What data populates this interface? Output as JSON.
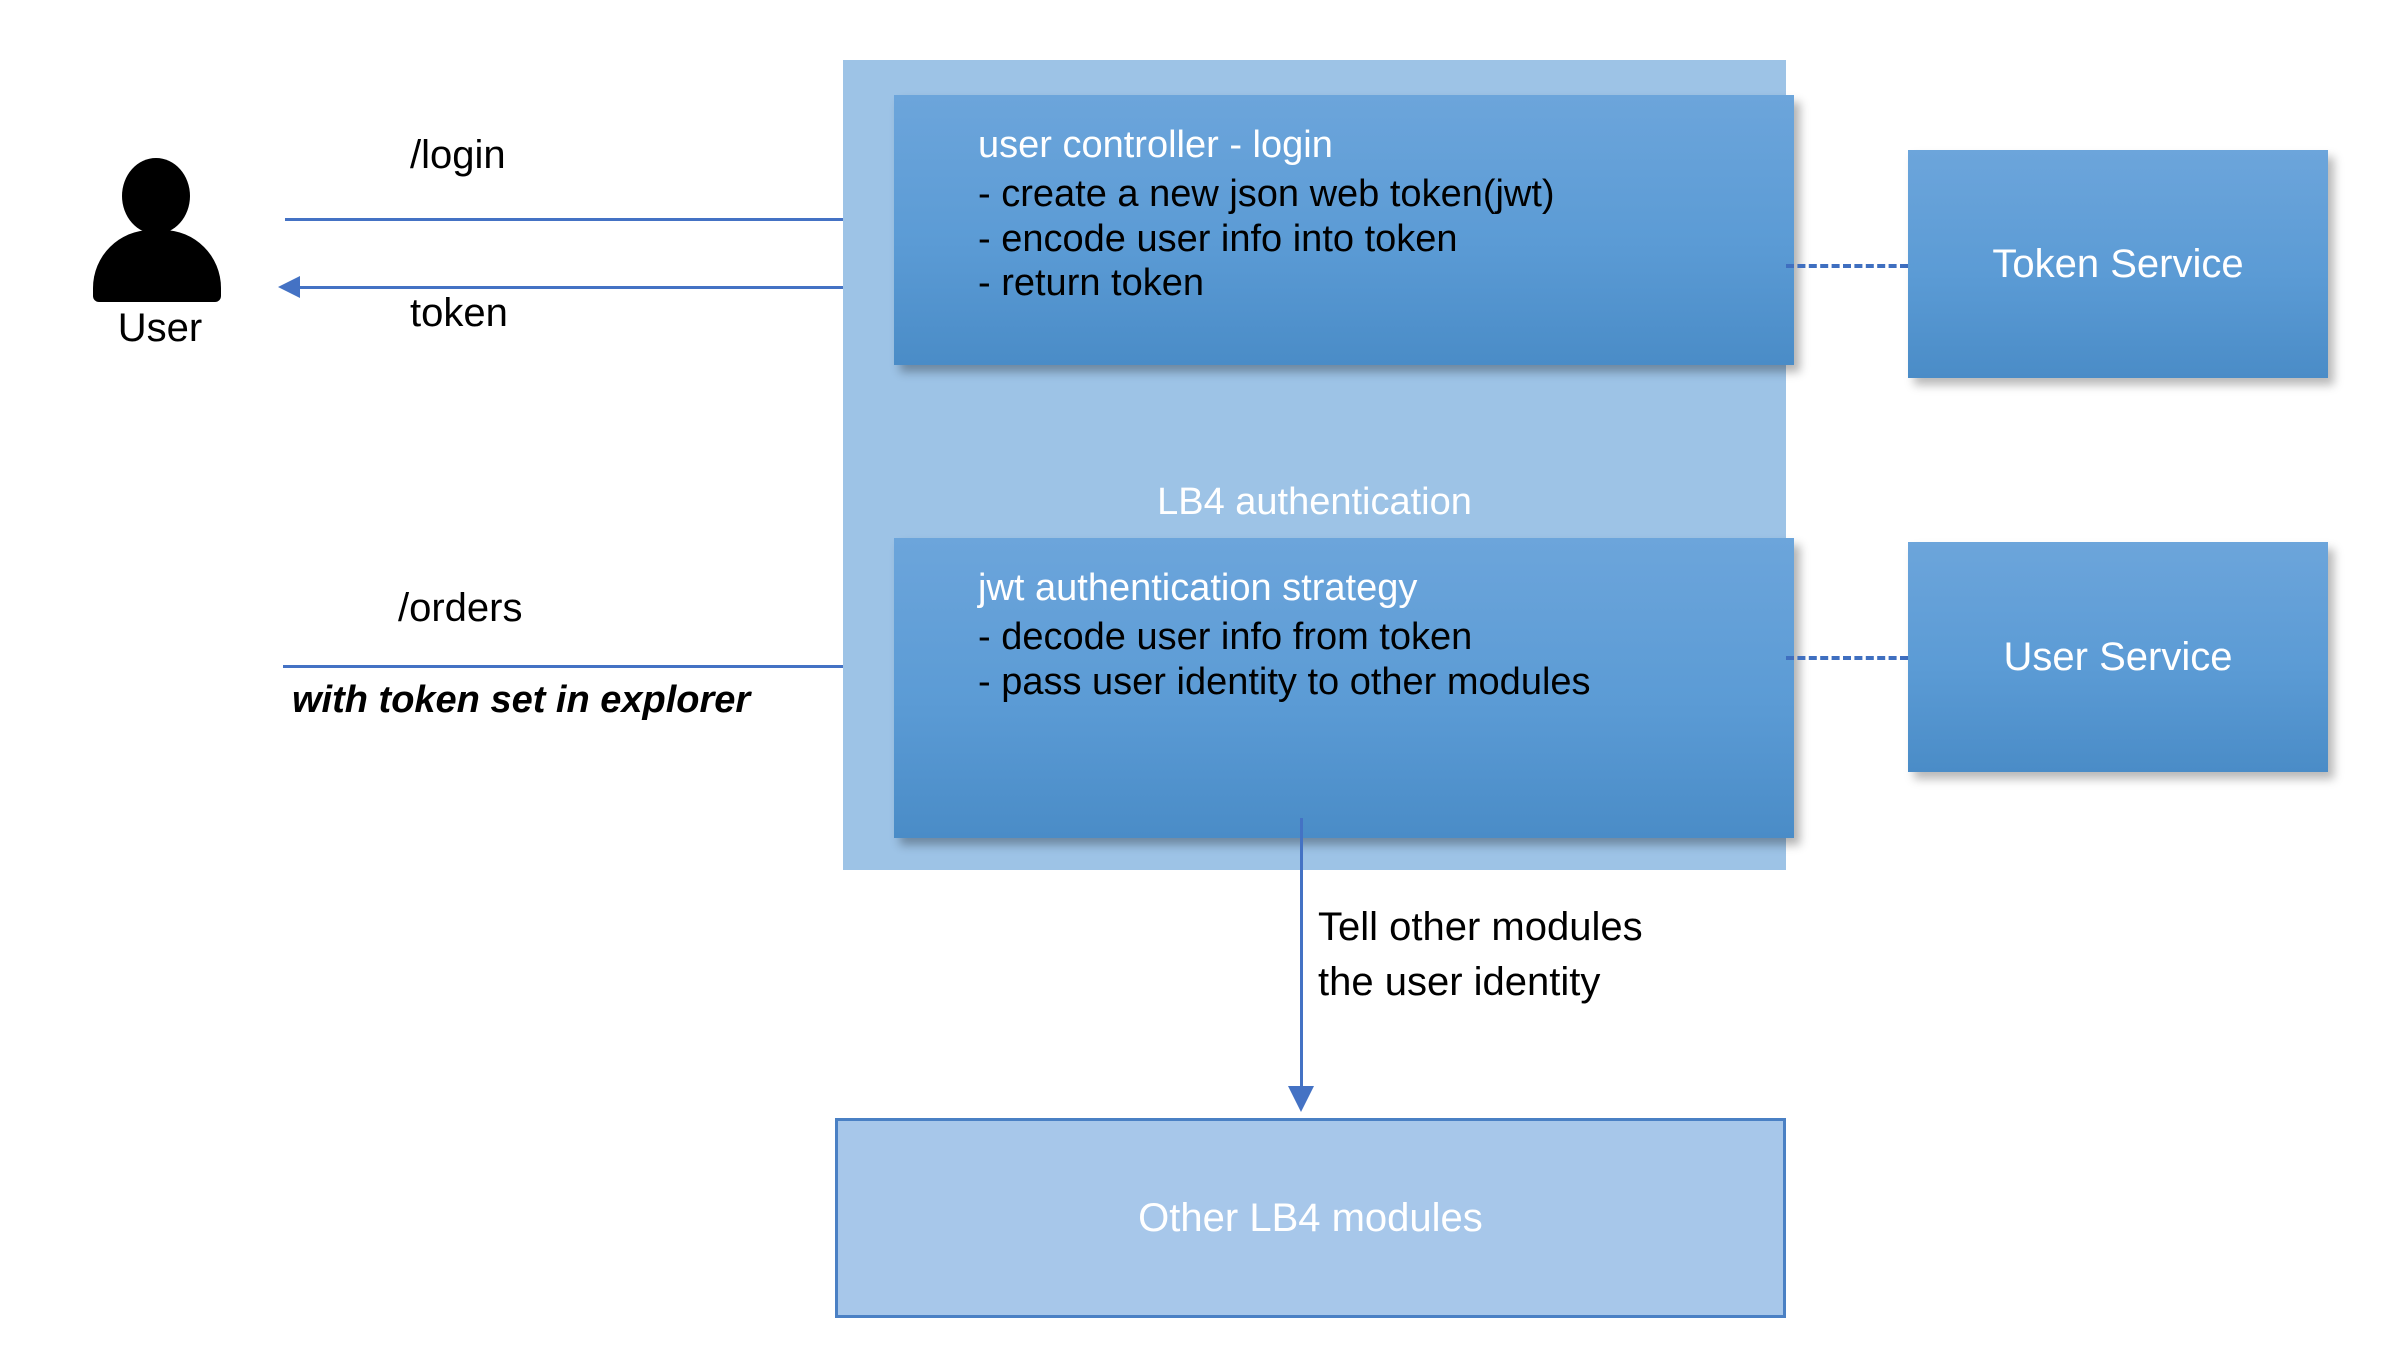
{
  "actor": {
    "icon": "user-person-icon",
    "label": "User"
  },
  "container": {
    "label": "LB4 authentication",
    "fill_color": "#9DC3E6"
  },
  "boxes": [
    {
      "id": "user-controller",
      "title": "user controller - login",
      "lines": [
        "- create a new json web token(jwt)",
        "- encode user info into token",
        "- return token"
      ]
    },
    {
      "id": "jwt-strategy",
      "title": "jwt authentication strategy",
      "lines": [
        "- decode user info from token",
        "- pass user identity to other modules"
      ]
    }
  ],
  "services": [
    {
      "id": "token-service",
      "label": "Token Service"
    },
    {
      "id": "user-service",
      "label": "User Service"
    }
  ],
  "other_modules": {
    "label": "Other LB4 modules"
  },
  "edges": {
    "login": "/login",
    "token": "token",
    "orders": "/orders",
    "orders_note": "with token set in explorer",
    "tell_modules": "Tell other modules the user identity"
  },
  "colors": {
    "accent_blue": "#5B9BD5",
    "light_blue": "#9DC3E6",
    "arrow_blue": "#4472C4",
    "dash_blue": "#3F6FC0",
    "text_dark": "#000000",
    "text_light": "#FFFFFF"
  }
}
